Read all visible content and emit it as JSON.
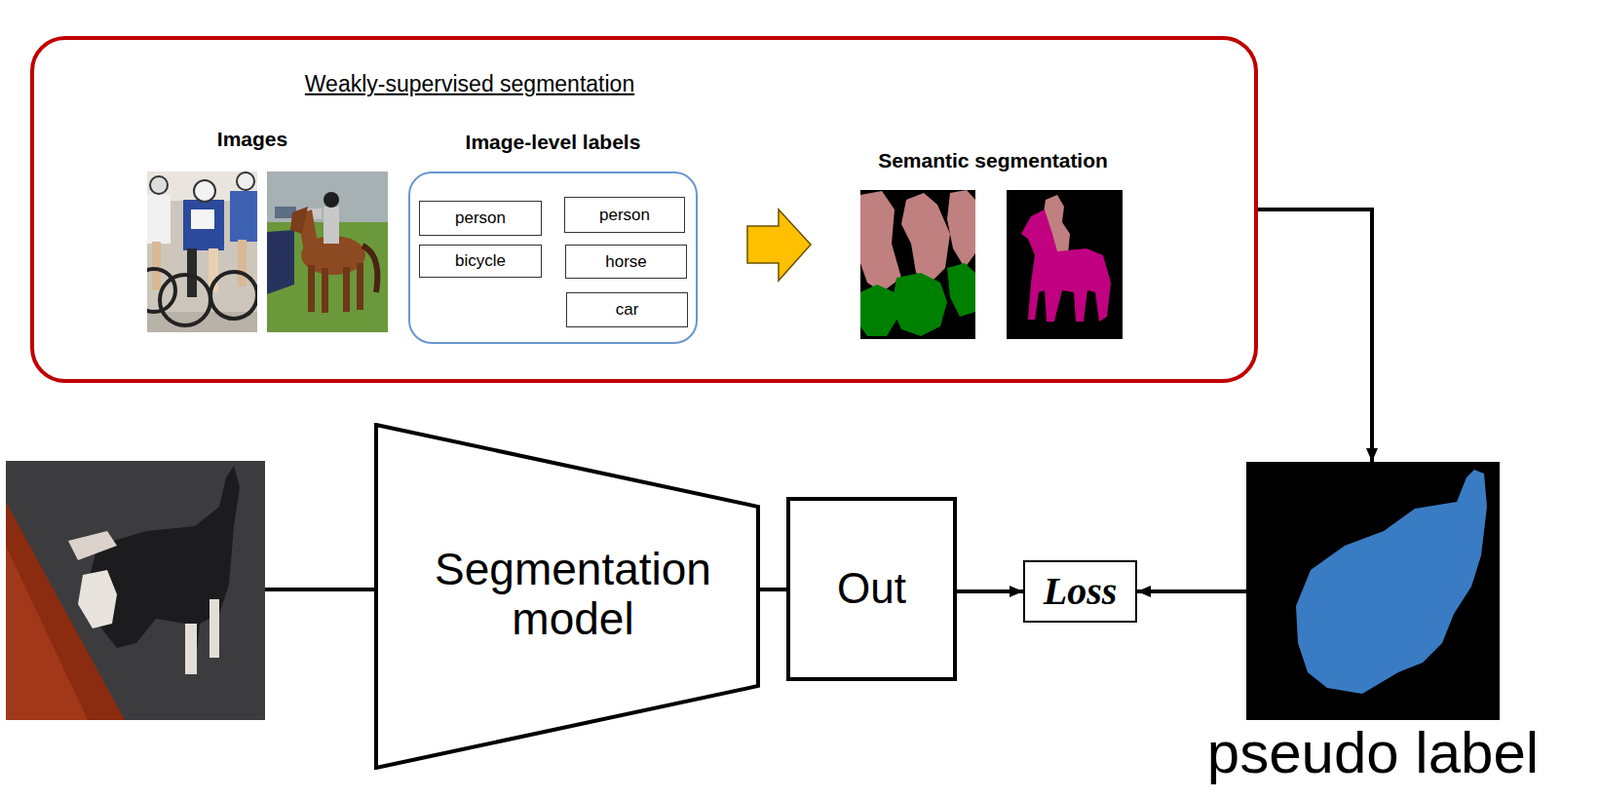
{
  "diagram": {
    "nodes": [
      {
        "text": [
          "Weakly-supervised segmentation"
        ]
      },
      {
        "text": [
          "Image-level labels"
        ],
        "in": 0
      },
      {
        "text": [
          "person"
        ],
        "in": 1
      },
      {
        "text": [
          "bicycle"
        ],
        "in": 1
      },
      {
        "text": [
          "person"
        ],
        "in": 1
      },
      {
        "text": [
          "horse"
        ],
        "in": 1
      },
      {
        "text": [
          "car"
        ],
        "in": 1
      },
      {
        "text": [
          "Segmentation model"
        ]
      },
      {
        "text": [
          "Out"
        ]
      },
      {
        "text": [
          "Loss"
        ]
      },
      {
        "text": [
          "pseudo label"
        ]
      }
    ],
    "edges": [
      {
        "from": 0,
        "to": 10,
        "arrow": "to"
      },
      {
        "from": 7,
        "to": 8,
        "arrow": "none"
      },
      {
        "from": 8,
        "to": 9,
        "arrow": "to"
      },
      {
        "from": 10,
        "to": 9,
        "arrow": "to"
      }
    ],
    "labels": [
      "Images",
      "Semantic segmentation"
    ]
  }
}
